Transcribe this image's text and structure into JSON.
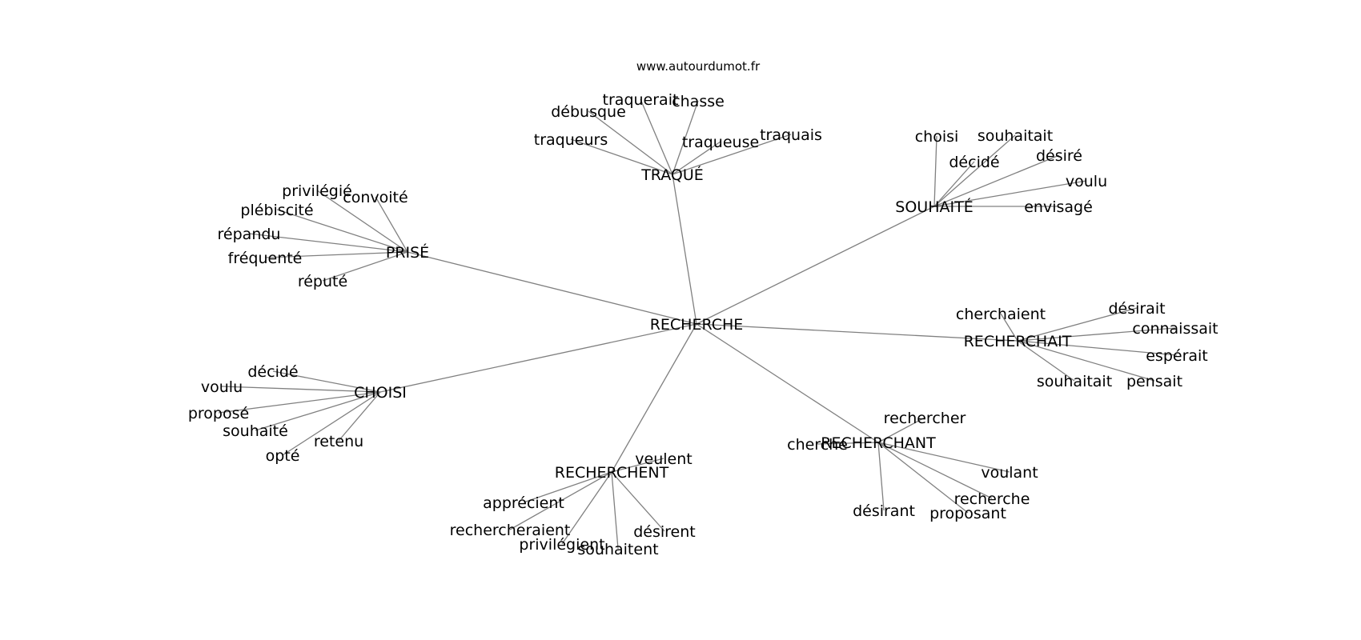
{
  "site_url": "www.autourdumot.fr",
  "graph": {
    "center": "RECHERCHE",
    "clusters": [
      {
        "id": "traque",
        "hub": "TRAQUÉ",
        "words": [
          "traquerait",
          "chasse",
          "débusque",
          "traqueurs",
          "traqueuse",
          "traquais"
        ]
      },
      {
        "id": "souhaite",
        "hub": "SOUHAITÉ",
        "words": [
          "choisi",
          "souhaitait",
          "décidé",
          "désiré",
          "voulu",
          "envisagé"
        ]
      },
      {
        "id": "prise",
        "hub": "PRISÉ",
        "words": [
          "privilégié",
          "convoité",
          "plébiscité",
          "répandu",
          "fréquenté",
          "réputé"
        ]
      },
      {
        "id": "recherchait",
        "hub": "RECHERCHAIT",
        "words": [
          "cherchaient",
          "désirait",
          "connaissait",
          "espérait",
          "souhaitait",
          "pensait"
        ]
      },
      {
        "id": "choisi",
        "hub": "CHOISI",
        "words": [
          "décidé",
          "voulu",
          "proposé",
          "souhaité",
          "retenu",
          "opté"
        ]
      },
      {
        "id": "recherchant",
        "hub": "RECHERCHANT",
        "words": [
          "rechercher",
          "cherche",
          "voulant",
          "recherche",
          "désirant",
          "proposant"
        ]
      },
      {
        "id": "recherchent",
        "hub": "RECHERCHENT",
        "words": [
          "veulent",
          "apprécient",
          "rechercheraient",
          "désirent",
          "privilégient",
          "souhaitent"
        ]
      }
    ]
  }
}
